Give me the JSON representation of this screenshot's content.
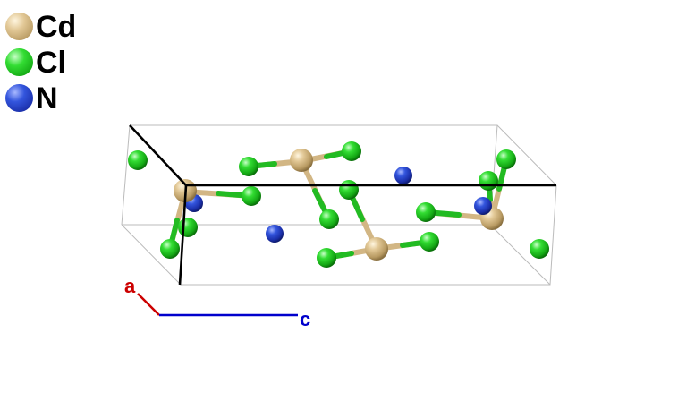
{
  "legend": [
    {
      "element": "Cd",
      "color": "#d9c08c"
    },
    {
      "element": "Cl",
      "color": "#22cc22"
    },
    {
      "element": "N",
      "color": "#2244cc"
    }
  ],
  "axes": {
    "a": {
      "label": "a",
      "color": "#cc0000"
    },
    "c": {
      "label": "c",
      "color": "#0000cc"
    }
  },
  "colors": {
    "cell_edge": "#bbbbbb",
    "origin_axes": "#000000"
  }
}
